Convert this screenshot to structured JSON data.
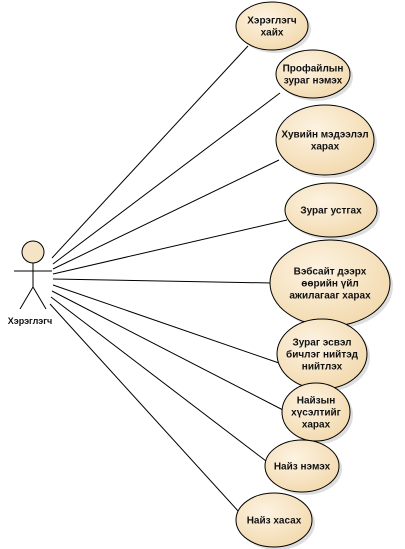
{
  "colors": {
    "ellipse_fill_light": "#fdf3e2",
    "ellipse_fill_dark": "#f2d9ad",
    "ellipse_stroke": "#000000",
    "actor_head_fill": "#f5e3c6",
    "line": "#000000",
    "shadow": "#c8c8c8"
  },
  "actor": {
    "label": "Хэрэглэгч"
  },
  "use_cases": [
    {
      "id": "search-user",
      "lines": [
        "Хэрэглэгч",
        "хайх"
      ]
    },
    {
      "id": "add-profile-picture",
      "lines": [
        "Профайлын",
        "зураг нэмэх"
      ]
    },
    {
      "id": "view-personal-info",
      "lines": [
        "Хувийн мэдээлэл",
        "харах"
      ]
    },
    {
      "id": "delete-picture",
      "lines": [
        "Зураг устгах"
      ]
    },
    {
      "id": "view-own-activity",
      "lines": [
        "Вэбсайт дээрх",
        "өөрийн үйл",
        "ажилагааг харах"
      ]
    },
    {
      "id": "post-picture-or-text",
      "lines": [
        "Зураг эсвэл",
        "бичлэг нийтэд",
        "нийтлэх"
      ]
    },
    {
      "id": "view-friend-requests",
      "lines": [
        "Найзын",
        "хүсэлтийг",
        "харах"
      ]
    },
    {
      "id": "add-friend",
      "lines": [
        "Найз нэмэх"
      ]
    },
    {
      "id": "remove-friend",
      "lines": [
        "Найз хасах"
      ]
    }
  ]
}
